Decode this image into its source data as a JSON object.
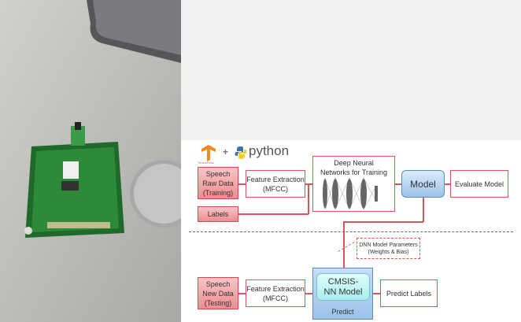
{
  "photo": {
    "description_icon": "pcb-board-photo"
  },
  "logos": {
    "tensorflow_label": "TensorFlow",
    "plus": "+",
    "python": "python"
  },
  "training": {
    "speech_raw": "Speech Raw Data (Training)",
    "feature_extraction": "Feature Extraction (MFCC)",
    "dnn": "Deep Neural Networks for Training",
    "model": "Model",
    "evaluate": "Evaluate Model",
    "labels": "Labels"
  },
  "params": "DNN Model Parameters (Weights & Bias)",
  "testing": {
    "speech_new": "Speech New Data (Testing)",
    "feature_extraction": "Feature Extraction (MFCC)",
    "cmsis": "CMSIS-NN Model",
    "predict": "Predict",
    "predict_labels": "Predict Labels"
  },
  "colors": {
    "accent": "#d9575c",
    "pink": "#ee8c90",
    "blue": "#9cc3ea",
    "cyan": "#bff5f5"
  }
}
